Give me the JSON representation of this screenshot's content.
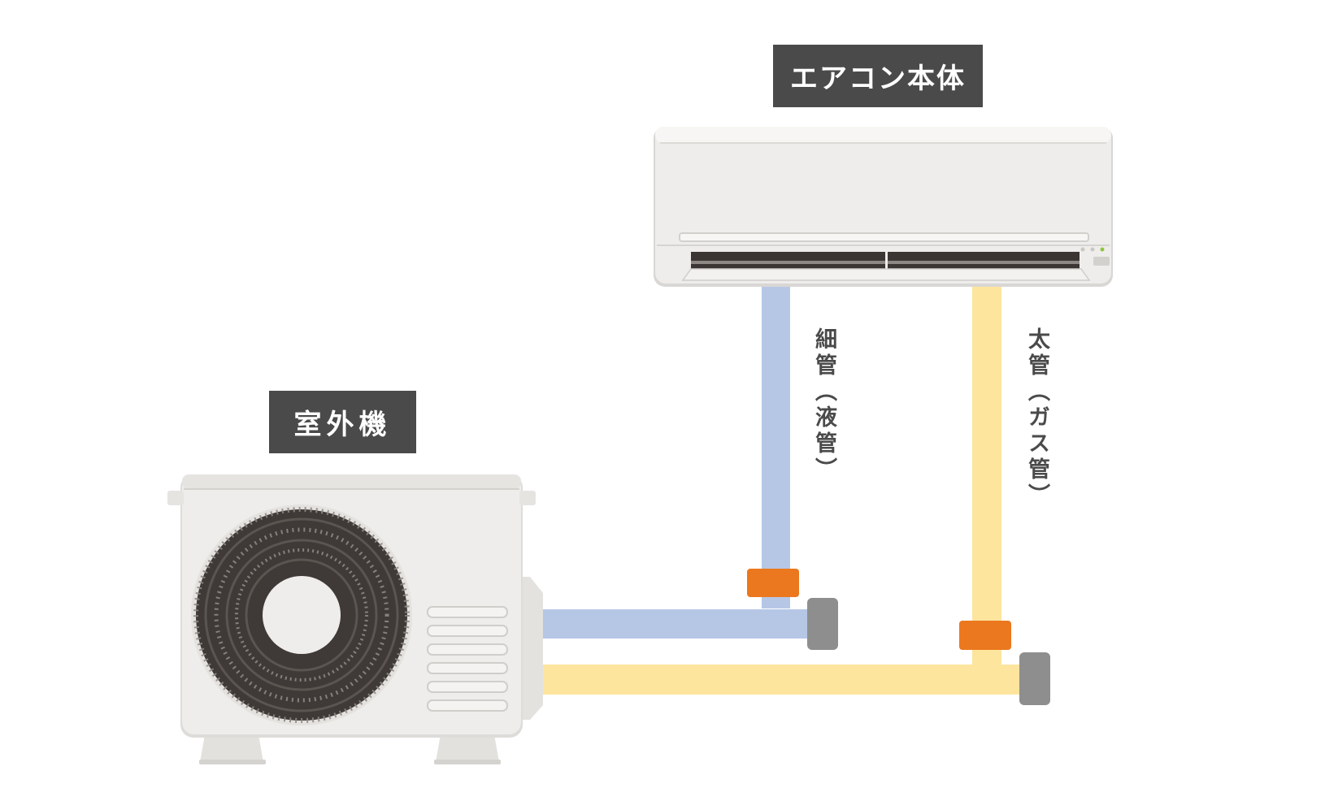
{
  "labels": {
    "indoor_unit": "エアコン本体",
    "outdoor_unit": "室外機",
    "thin_pipe": "細管（液管）",
    "thick_pipe": "太管（ガス管）"
  },
  "colors": {
    "tag_background": "#4a4a4a",
    "tag_text": "#ffffff",
    "pipe_label_text": "#4a4a4a",
    "thin_pipe": "#b6c7e6",
    "thick_pipe": "#fde59d",
    "valve_band": "#eb781e",
    "pipe_cap": "#8e8e8e",
    "unit_body": "#eeecea",
    "fan_grille": "#3f3a37"
  }
}
